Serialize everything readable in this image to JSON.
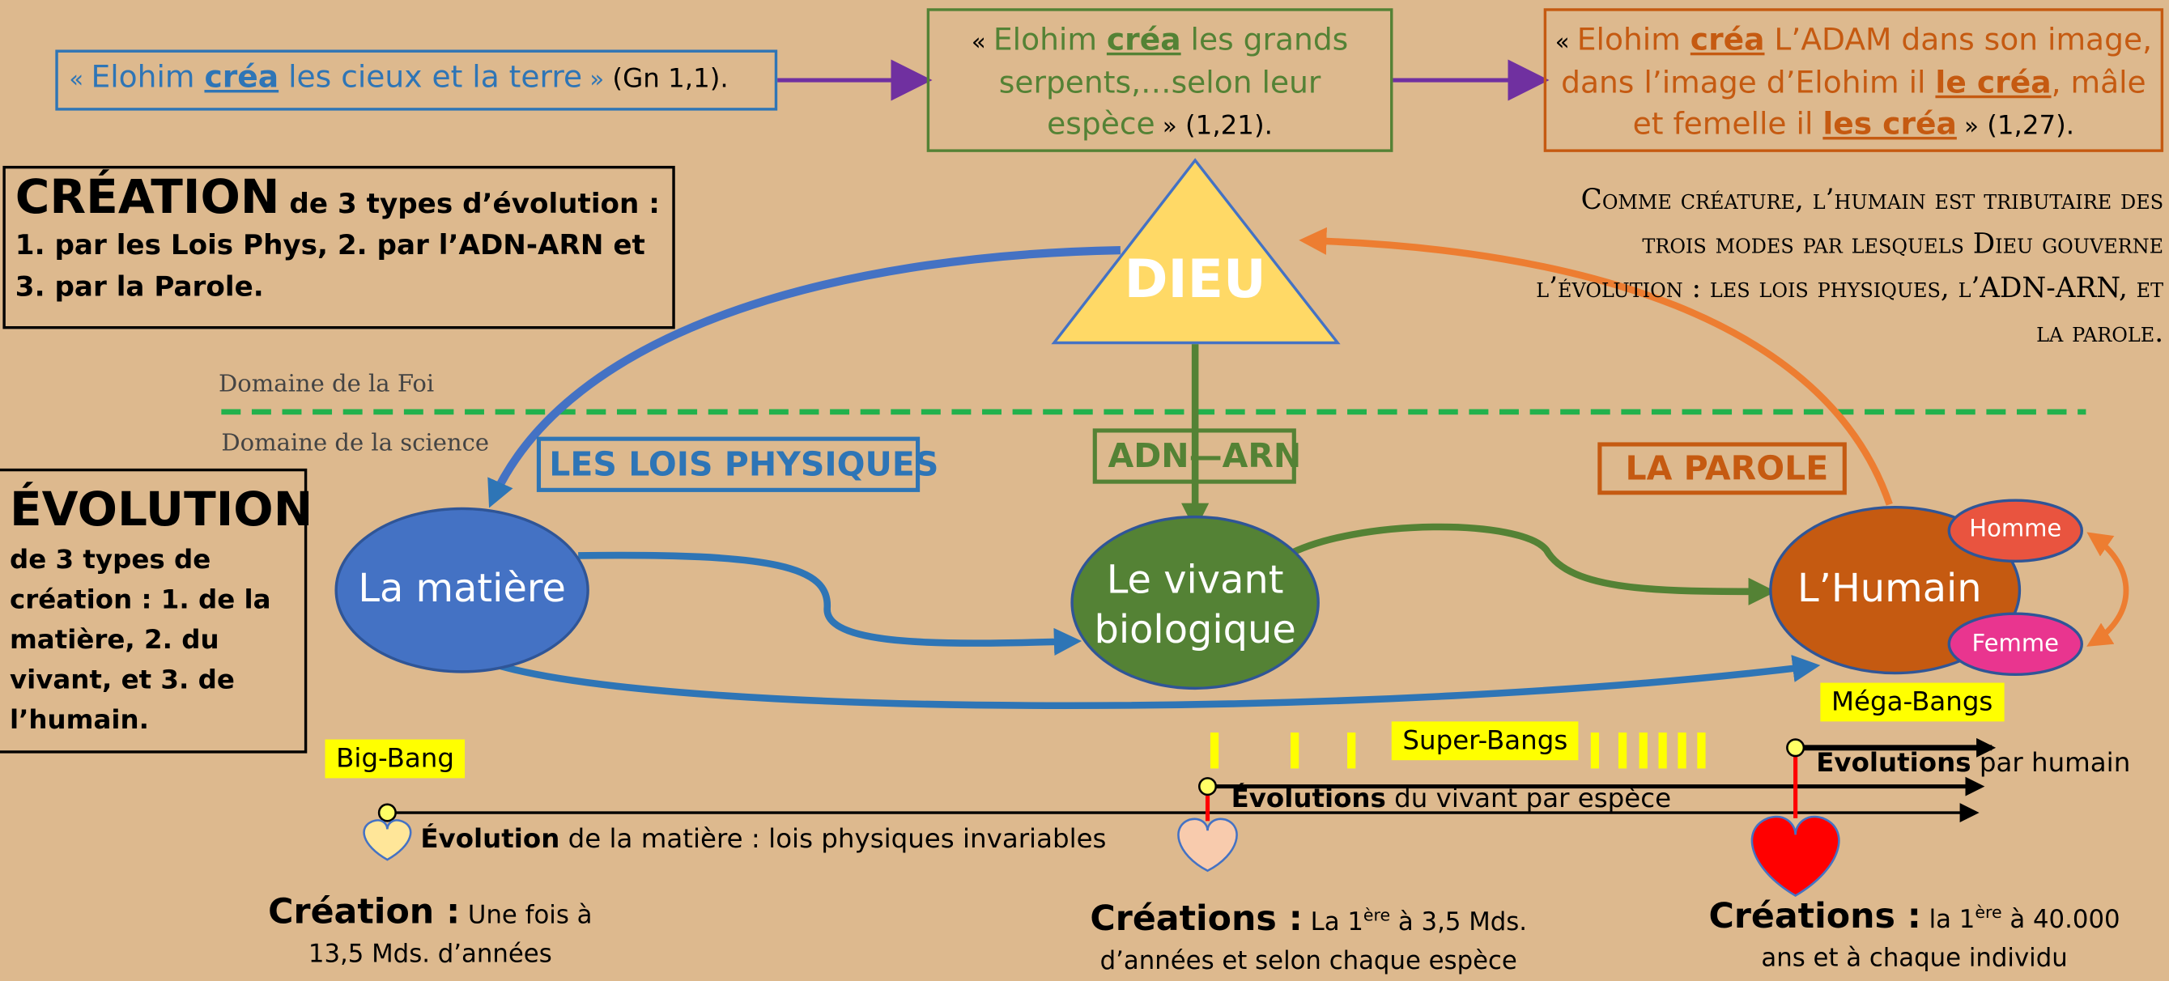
{
  "quotes": {
    "q1": {
      "open": "« ",
      "a": "Elohim ",
      "b": "créa",
      "c": " les cieux et la terre",
      "close": " »",
      "ref": " (Gn 1,1)."
    },
    "q2": {
      "open": "« ",
      "a": "Elohim ",
      "b": "créa",
      "c": " les grands serpents,…selon leur espèce",
      "close": " »",
      "ref": " (1,21)."
    },
    "q3": {
      "open": "« ",
      "a": "Elohim ",
      "b": "créa",
      "c": " L’ADAM dans son image, dans l’image d’Elohim il ",
      "d": "le créa",
      "e": ", mâle et femelle il ",
      "f": "les créa",
      "close": " »",
      "ref": " (1,27)."
    }
  },
  "creation_box": {
    "big": "CRÉATION",
    "rest": " de 3 types d’évolution : 1. par les Lois Phys, 2. par l’ADN-ARN et 3. par la Parole."
  },
  "evolution_box": {
    "big": "ÉVOLUTION",
    "rest": "de 3 types de création : 1. de la matière, 2. du vivant, et 3. de l’humain."
  },
  "right_text": "Comme créature, l’humain est tributaire des trois modes par lesquels Dieu gouverne l’évolution : les lois physiques, l’ADN-ARN, et la parole.",
  "domains": {
    "foi": "Domaine de la Foi",
    "science": "Domaine de la science"
  },
  "dieu": "DIEU",
  "modes": {
    "lois": "LES LOIS PHYSIQUES",
    "adn": "ADN—ARN",
    "parole": "LA PAROLE"
  },
  "nodes": {
    "matiere": "La matière",
    "vivant1": "Le vivant",
    "vivant2": "biologique",
    "humain": "L’Humain",
    "homme": "Homme",
    "femme": "Femme"
  },
  "bangs": {
    "big": "Big-Bang",
    "super": "Super-Bangs",
    "mega": "Méga-Bangs"
  },
  "timelines": {
    "t1": {
      "bold": "Évolution",
      "rest": " de la matière : lois physiques invariables"
    },
    "t2": {
      "bold": "Évolutions",
      "rest": " du vivant par espèce"
    },
    "t3": {
      "bold": "Evolutions",
      "rest": " par humain"
    }
  },
  "bottom": {
    "c1": {
      "bold": "Création :",
      "rest": " Une fois à",
      "line2": "13,5 Mds. d’années"
    },
    "c2": {
      "bold": "Créations :",
      "pre": " La 1",
      "sup": "ère",
      "post": " à 3,5 Mds.",
      "line2": "d’années et selon chaque espèce"
    },
    "c3": {
      "bold": "Créations :",
      "pre": " la 1",
      "sup": "ère",
      "post": " à 40.000",
      "line2": "ans et à chaque individu"
    }
  },
  "colors": {
    "blue": "#2E75B6",
    "green": "#548235",
    "orange": "#C55A11",
    "purple": "#7030A0",
    "background": "#DDB98E",
    "yellow": "#FFD966"
  }
}
